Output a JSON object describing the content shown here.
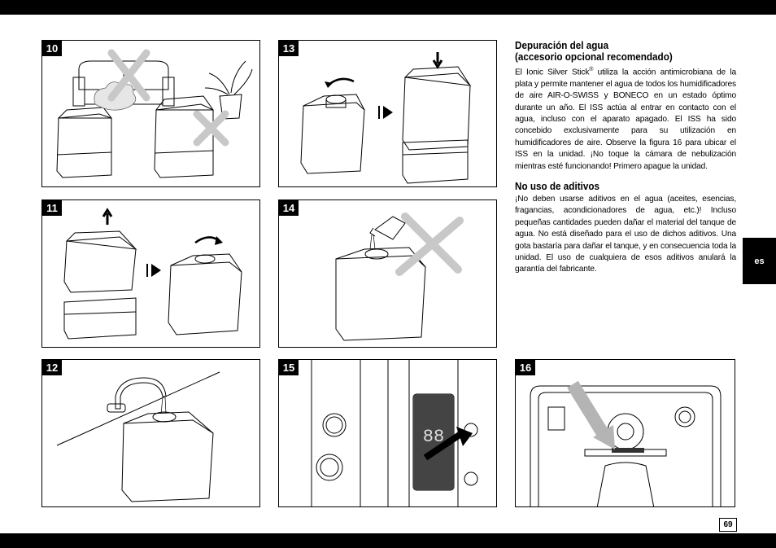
{
  "figures": [
    {
      "id": "p10",
      "number": "10"
    },
    {
      "id": "p13",
      "number": "13"
    },
    {
      "id": "p11",
      "number": "11"
    },
    {
      "id": "p14",
      "number": "14"
    },
    {
      "id": "p12",
      "number": "12"
    },
    {
      "id": "p15",
      "number": "15"
    },
    {
      "id": "p16",
      "number": "16"
    }
  ],
  "section1": {
    "title_line1": "Depuración del agua",
    "title_line2": "(accesorio opcional recomendado)",
    "body_part1": "El Ionic Silver Stick",
    "body_sup": "®",
    "body_part2": " utiliza la acción antimicrobiana de la plata y permite mantener el agua de todos los humidificadores de aire AIR-O-SWISS y BONECO en un estado óptimo durante un año. El ISS actúa al entrar en contacto con el agua, incluso con el aparato apagado. El ISS ha sido concebido exclusivamente para su utilización en humidificadores de aire. Observe la figura 16 para ubicar el ISS en la unidad. ¡No toque la cámara de nebulización mientras esté funcionando! Primero apague la unidad."
  },
  "section2": {
    "title": "No uso de aditivos",
    "body": "¡No deben usarse aditivos en el agua (aceites, esencias, fragancias, acondicionadores de agua, etc.)! Incluso pequeñas cantidades pueden dañar el material del tanque de agua. No está diseñado para el uso de dichos aditivos. Una gota bastaría para dañar el tanque, y en consecuencia toda la unidad. El uso de cualquiera de esos aditivos anulará la garantía del fabricante."
  },
  "language_tab": "es",
  "page_number": "69",
  "colors": {
    "ink": "#000000",
    "paper": "#ffffff",
    "cross": "#c8c8c8",
    "arrow": "#b4b4b4"
  }
}
